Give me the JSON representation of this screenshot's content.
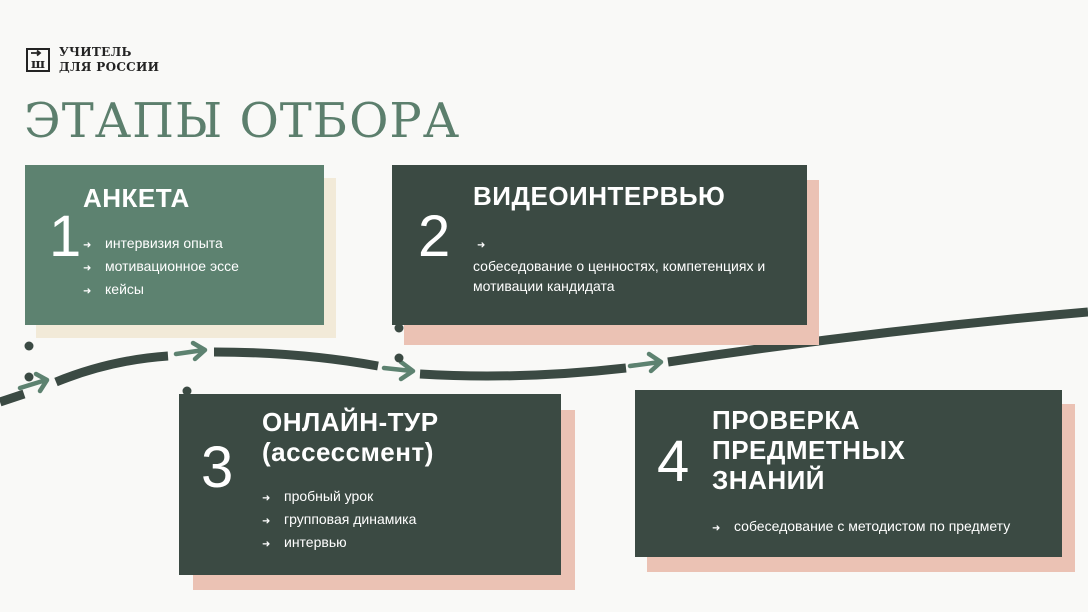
{
  "logo": {
    "glyph": "ш",
    "line1": "УЧИТЕЛЬ",
    "line2": "ДЛЯ РОССИИ"
  },
  "title": "ЭТАПЫ ОТБОРА",
  "bullet": "➜",
  "colors": {
    "title": "#5c7f6d",
    "card_green": "#5d8270",
    "card_dark": "#3b4a43",
    "shadow_cream": "#f2ead8",
    "shadow_pink": "#ebc2b4",
    "flow_line": "#3b4a43",
    "flow_arrow": "#5d8270"
  },
  "stages": [
    {
      "number": "1",
      "title": "АНКЕТА",
      "items": [
        "интервизия опыта",
        "мотивационное эссе",
        "кейсы"
      ]
    },
    {
      "number": "2",
      "title": "ВИДЕОИНТЕРВЬЮ",
      "items": [
        "собеседование о ценностях, компетенциях и мотивации кандидата"
      ]
    },
    {
      "number": "3",
      "title_line1": "ОНЛАЙН-ТУР",
      "title_line2": "(ассессмент)",
      "items": [
        "пробный урок",
        "групповая динамика",
        "интервью"
      ]
    },
    {
      "number": "4",
      "title_line1": "ПРОВЕРКА",
      "title_line2": "ПРЕДМЕТНЫХ",
      "title_line3": "ЗНАНИЙ",
      "items": [
        "собеседование с методистом по предмету"
      ]
    }
  ]
}
